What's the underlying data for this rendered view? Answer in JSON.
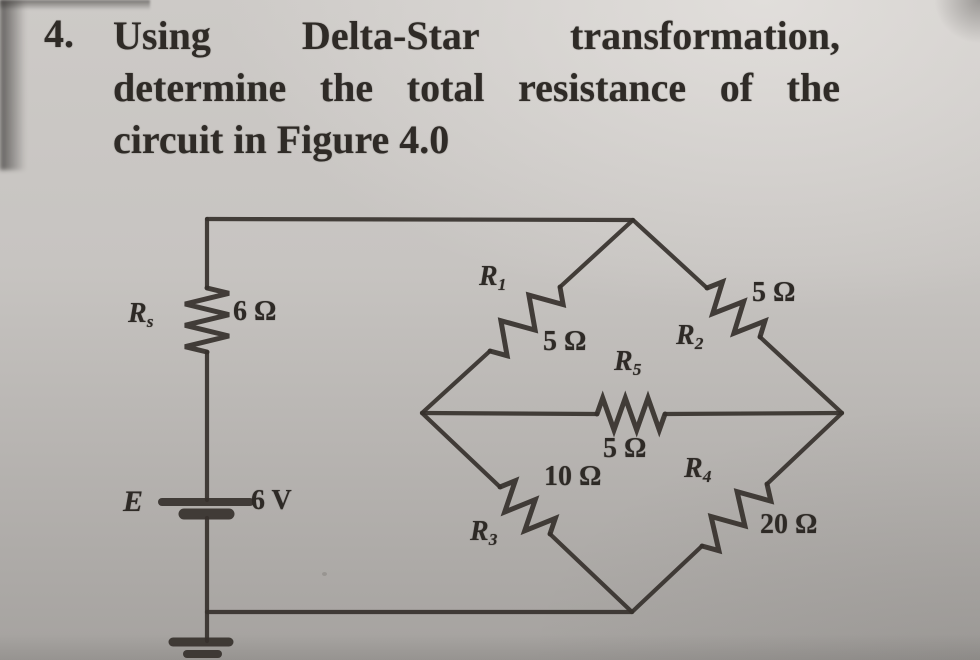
{
  "question": {
    "number": "4.",
    "line1": "Using Delta-Star transformation,",
    "line2": "determine the total resistance of the",
    "line3": "circuit in Figure 4.0"
  },
  "circuit": {
    "source": {
      "symbol": "E",
      "value": "6 V"
    },
    "resistors": {
      "rs": {
        "symbol": "R",
        "sub": "s",
        "value": "6 Ω"
      },
      "r1": {
        "symbol": "R",
        "sub": "1",
        "value": "5 Ω"
      },
      "r2": {
        "symbol": "R",
        "sub": "2",
        "value": "5 Ω"
      },
      "r3": {
        "symbol": "R",
        "sub": "3",
        "value": "10 Ω"
      },
      "r4": {
        "symbol": "R",
        "sub": "4",
        "value": "20 Ω"
      },
      "r5": {
        "symbol": "R",
        "sub": "5",
        "value": "5 Ω"
      }
    }
  },
  "colors": {
    "ink": "#36312c",
    "paper_light": "#d6d3d0",
    "paper_dark": "#a3a09d"
  }
}
